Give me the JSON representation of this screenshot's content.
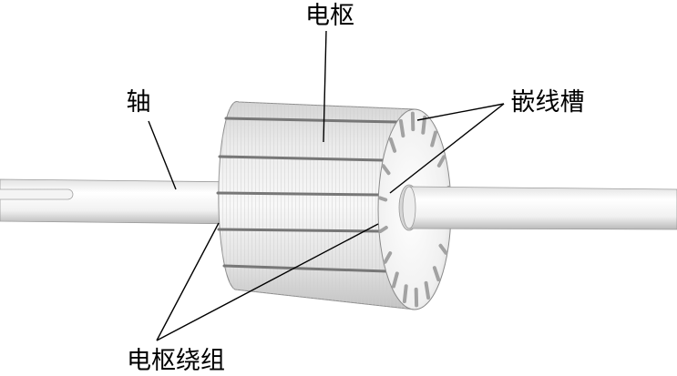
{
  "labels": {
    "armature": "电枢",
    "shaft": "轴",
    "slots": "嵌线槽",
    "winding": "电枢绕组"
  }
}
